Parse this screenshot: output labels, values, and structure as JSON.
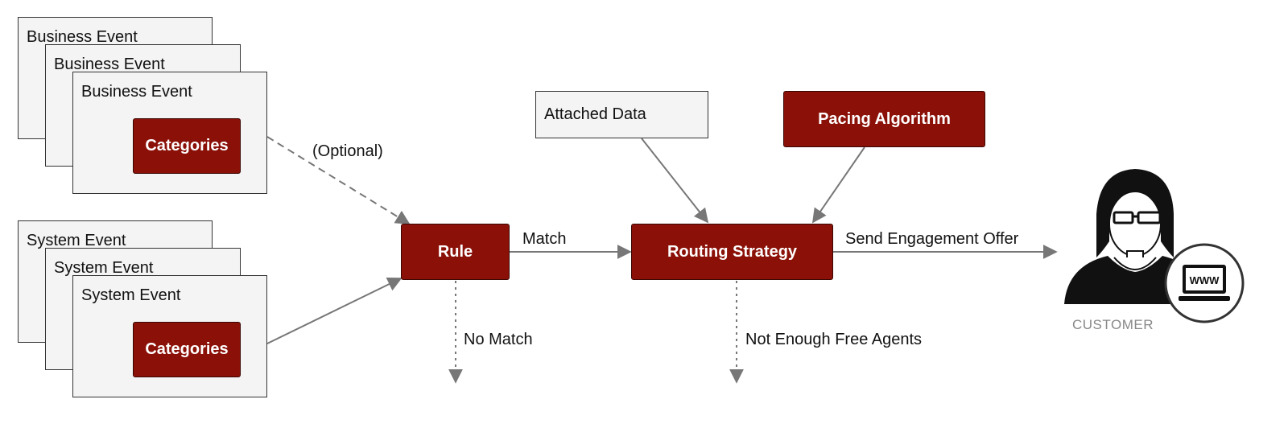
{
  "business_events": [
    {
      "label": "Business Event"
    },
    {
      "label": "Business Event"
    },
    {
      "label": "Business Event",
      "category": "Categories"
    }
  ],
  "system_events": [
    {
      "label": "System Event"
    },
    {
      "label": "System Event"
    },
    {
      "label": "System Event",
      "category": "Categories"
    }
  ],
  "nodes": {
    "rule": "Rule",
    "routing_strategy": "Routing Strategy",
    "attached_data": "Attached Data",
    "pacing_algorithm": "Pacing Algorithm"
  },
  "edges": {
    "optional": "(Optional)",
    "match": "Match",
    "no_match": "No Match",
    "not_enough_agents": "Not Enough Free Agents",
    "send_offer": "Send Engagement Offer"
  },
  "customer": {
    "label": "CUSTOMER",
    "screen_text": "WWW"
  },
  "colors": {
    "accent": "#8b1108",
    "box_fill": "#f4f4f4",
    "arrow": "#777777",
    "customer_label": "#888888"
  }
}
